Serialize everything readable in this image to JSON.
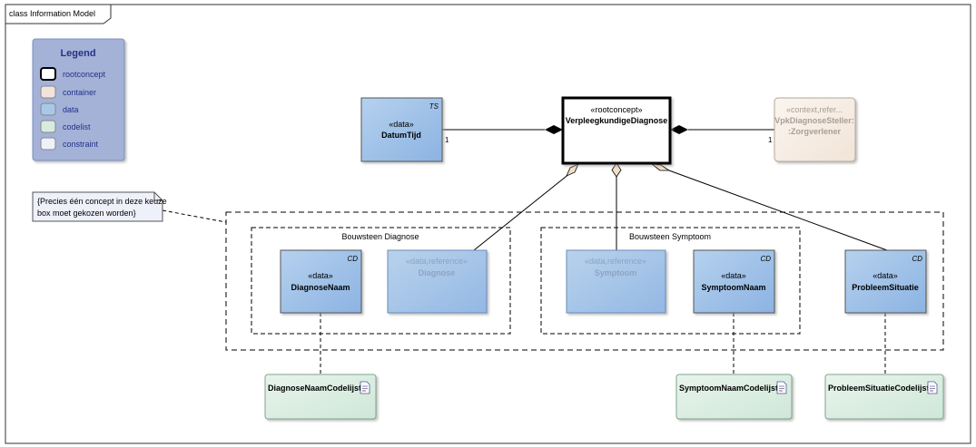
{
  "frame": {
    "title": "class Information Model"
  },
  "legend": {
    "title": "Legend",
    "items": [
      {
        "label": "rootconcept",
        "color": "#ffffff"
      },
      {
        "label": "container",
        "color": "#f2e4da"
      },
      {
        "label": "data",
        "color": "#a8c8ea"
      },
      {
        "label": "codelist",
        "color": "#d7ecdf"
      },
      {
        "label": "constraint",
        "color": "#eef0fa"
      }
    ]
  },
  "classes": {
    "root": {
      "stereotype": "«rootconcept»",
      "name": "VerpleegkundigeDiagnose"
    },
    "datum": {
      "stereotype": "«data»",
      "name": "DatumTijd",
      "tag": "TS"
    },
    "steller": {
      "stereotype": "«context,refer...",
      "name_line1": "VpkDiagnoseSteller:",
      "name_line2": ":Zorgverlener"
    },
    "diagnoseNaam": {
      "stereotype": "«data»",
      "name": "DiagnoseNaam",
      "tag": "CD"
    },
    "diagnose": {
      "stereotype": "«data,reference»",
      "name": "Diagnose"
    },
    "symptoom": {
      "stereotype": "«data,reference»",
      "name": "Symptoom"
    },
    "symptoomNaam": {
      "stereotype": "«data»",
      "name": "SymptoomNaam",
      "tag": "CD"
    },
    "probleemSituatie": {
      "stereotype": "«data»",
      "name": "ProbleemSituatie",
      "tag": "CD"
    }
  },
  "multiplicities": {
    "datum": "1",
    "steller": "1"
  },
  "groups": {
    "diagnose": "Bouwsteen Diagnose",
    "symptoom": "Bouwsteen Symptoom"
  },
  "note": {
    "line1": "{Precies één concept in deze keuze",
    "line2": "box moet gekozen worden}"
  },
  "codelists": {
    "diagnose": "DiagnoseNaamCodelijst",
    "symptoom": "SymptoomNaamCodelijst",
    "probleem": "ProbleemSituatieCodelijst"
  }
}
